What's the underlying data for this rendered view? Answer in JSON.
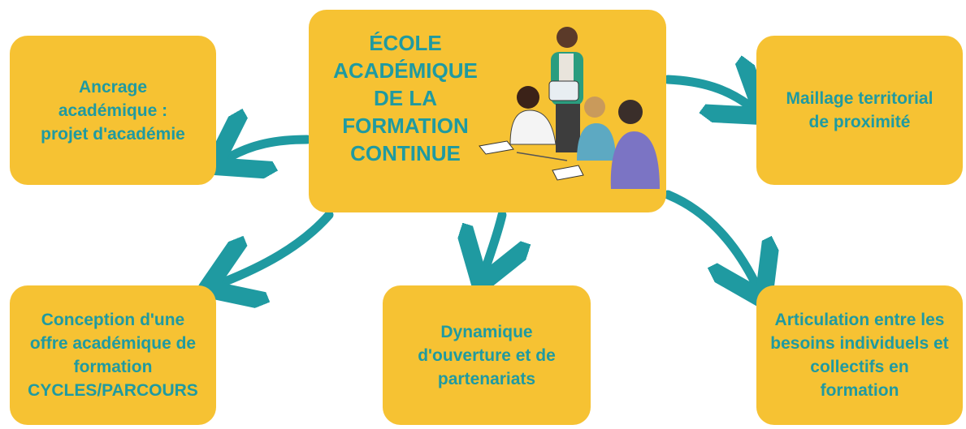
{
  "center": {
    "title": "ÉCOLE\nACADÉMIQUE\nDE LA\nFORMATION\nCONTINUE"
  },
  "nodes": {
    "left": "Ancrage\nacadémique :\nprojet d'académie",
    "right": "Maillage territorial\nde proximité",
    "bottom_left": "Conception d'une\noffre académique de\nformation\nCYCLES/PARCOURS",
    "bottom_middle": "Dynamique\nd'ouverture et de\npartenariats",
    "bottom_right": "Articulation entre les\nbesoins individuels et\ncollectifs en\nformation"
  },
  "colors": {
    "box": "#f6c233",
    "text": "#1f9aa1",
    "arrow": "#1f9aa1"
  },
  "icons": [
    "meeting-illustration",
    "arrow-icon"
  ]
}
